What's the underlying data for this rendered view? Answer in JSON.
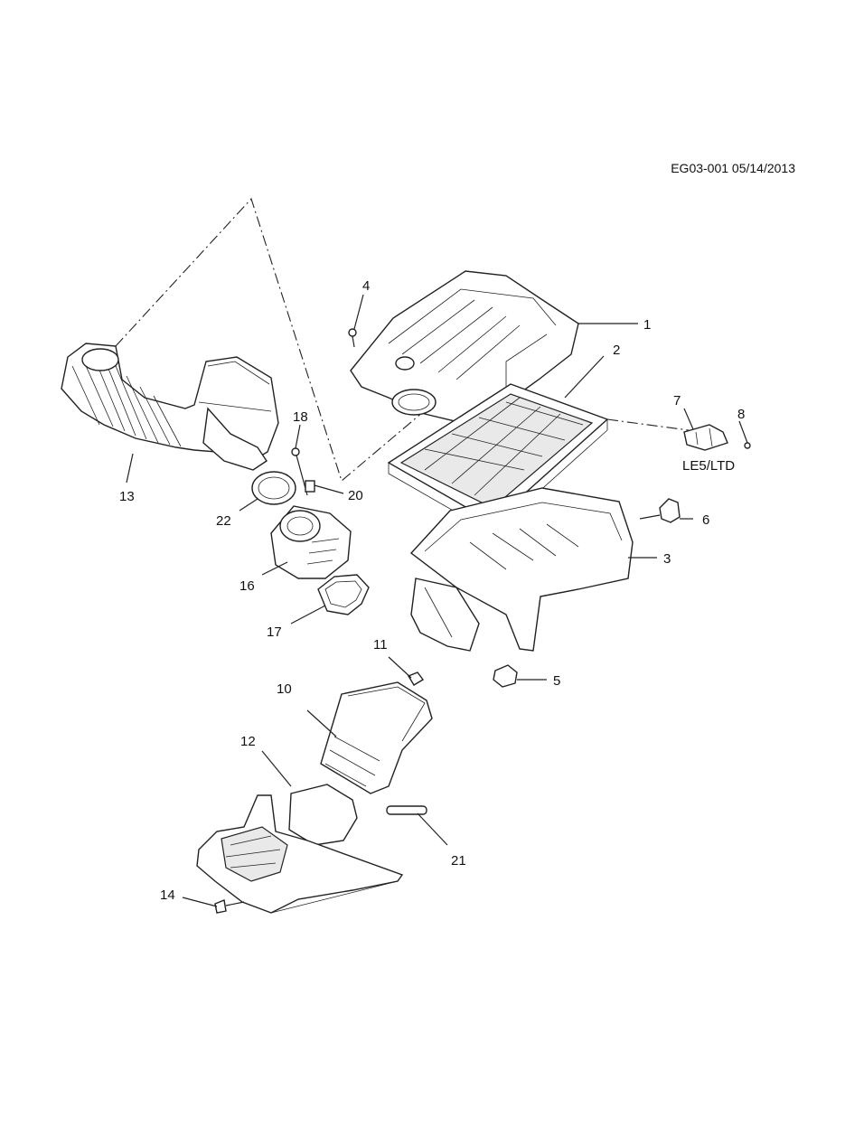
{
  "header": {
    "ref": "EG03-001 05/14/2013"
  },
  "variant_label": "LE5/LTD",
  "callouts": [
    {
      "id": "1"
    },
    {
      "id": "2"
    },
    {
      "id": "3"
    },
    {
      "id": "4"
    },
    {
      "id": "5"
    },
    {
      "id": "6"
    },
    {
      "id": "7"
    },
    {
      "id": "8"
    },
    {
      "id": "10"
    },
    {
      "id": "11"
    },
    {
      "id": "12"
    },
    {
      "id": "13"
    },
    {
      "id": "14"
    },
    {
      "id": "16"
    },
    {
      "id": "17"
    },
    {
      "id": "18"
    },
    {
      "id": "20"
    },
    {
      "id": "21"
    },
    {
      "id": "22"
    }
  ]
}
